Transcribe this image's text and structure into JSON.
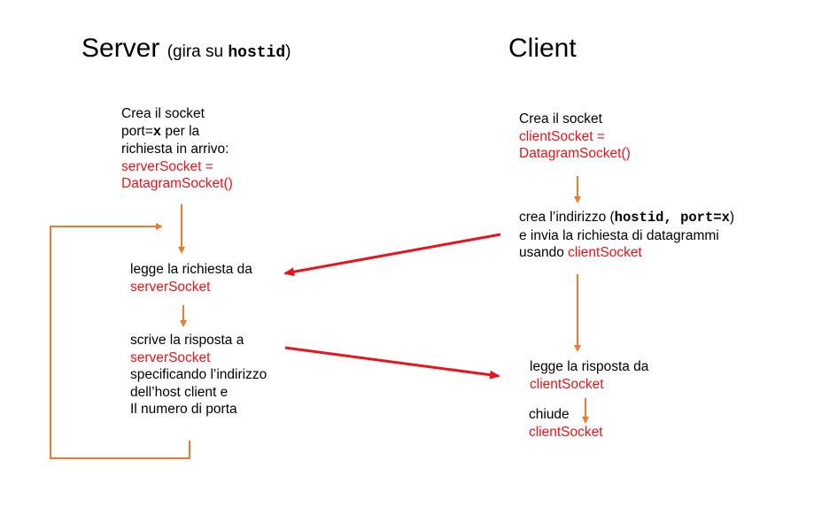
{
  "colors": {
    "accent_red": "#e8141c",
    "arrow_orange": "#ee7b2f"
  },
  "server": {
    "title": "Server",
    "subtitle_prefix": "(gira su ",
    "subtitle_host": "hostid",
    "subtitle_suffix": ")",
    "create": {
      "line1": "Crea il socket",
      "line2_pre": "port=",
      "line2_x": "x",
      "line2_post": " per la",
      "line3": "richiesta in arrivo:",
      "code1": "serverSocket =",
      "code2": "DatagramSocket()"
    },
    "read": {
      "line1": "legge la richiesta da",
      "code": "serverSocket"
    },
    "write": {
      "line1": "scrive la risposta a",
      "code": "serverSocket",
      "line3": "specificando l’indirizzo",
      "line4": "dell’host client e",
      "line5": "Il numero di porta"
    }
  },
  "client": {
    "title": "Client",
    "create": {
      "line1": "Crea il socket",
      "code1": "clientSocket =",
      "code2": "DatagramSocket()"
    },
    "send": {
      "line1_pre": "crea l’indirizzo (",
      "line1_code": "hostid, port=x",
      "line1_post": ")",
      "line2": "e invia la richiesta di datagrammi",
      "line3_pre": "usando ",
      "line3_code": "clientSocket"
    },
    "read": {
      "line1": "legge la risposta da",
      "code": "clientSocket"
    },
    "close": {
      "line1": "chiude",
      "code": "clientSocket"
    }
  }
}
